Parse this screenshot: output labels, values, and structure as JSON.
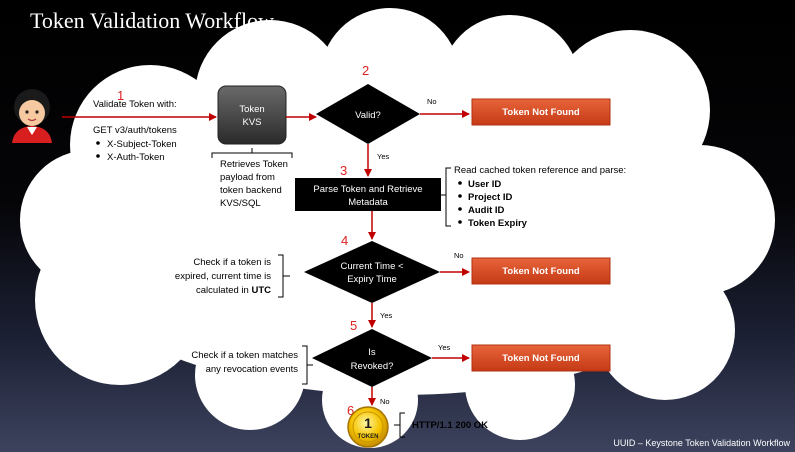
{
  "title": "Token Validation Workflow",
  "footer": "UUID – Keystone Token Validation Workflow",
  "request": {
    "heading": "Validate Token with:",
    "endpoint": "GET v3/auth/tokens",
    "headers": [
      "X-Subject-Token",
      "X-Auth-Token"
    ]
  },
  "token_kvs": {
    "line1": "Token",
    "line2": "KVS"
  },
  "kvs_note": [
    "Retrieves Token",
    "payload from",
    "token backend",
    "KVS/SQL"
  ],
  "steps": {
    "s1": "1",
    "s2": "2",
    "s3": "3",
    "s4": "4",
    "s5": "5",
    "s6": "6"
  },
  "valid": {
    "label": "Valid?"
  },
  "parse": {
    "line1": "Parse Token and Retrieve",
    "line2": "Metadata"
  },
  "parse_note": {
    "heading": "Read cached token reference and parse:",
    "items": [
      "User ID",
      "Project ID",
      "Audit ID",
      "Token Expiry"
    ]
  },
  "expiry": {
    "line1": "Current Time <",
    "line2": "Expiry Time"
  },
  "expiry_note": [
    "Check if a token is",
    "expired, current time is",
    "calculated in"
  ],
  "expiry_note_bold": "UTC",
  "revoked": {
    "line1": "Is",
    "line2": "Revoked?"
  },
  "revoke_note": [
    "Check if a token matches",
    "any revocation events"
  ],
  "not_found": "Token Not Found",
  "edges": {
    "no1": "No",
    "yes1": "Yes",
    "no2": "No",
    "yes2": "Yes",
    "yes3": "Yes",
    "no3": "No"
  },
  "coin": {
    "number": "1",
    "word": "TOKEN"
  },
  "result": "HTTP/1.1 200 OK",
  "colors": {
    "accent_red": "#e02020",
    "not_found_box": "#d94a22"
  }
}
